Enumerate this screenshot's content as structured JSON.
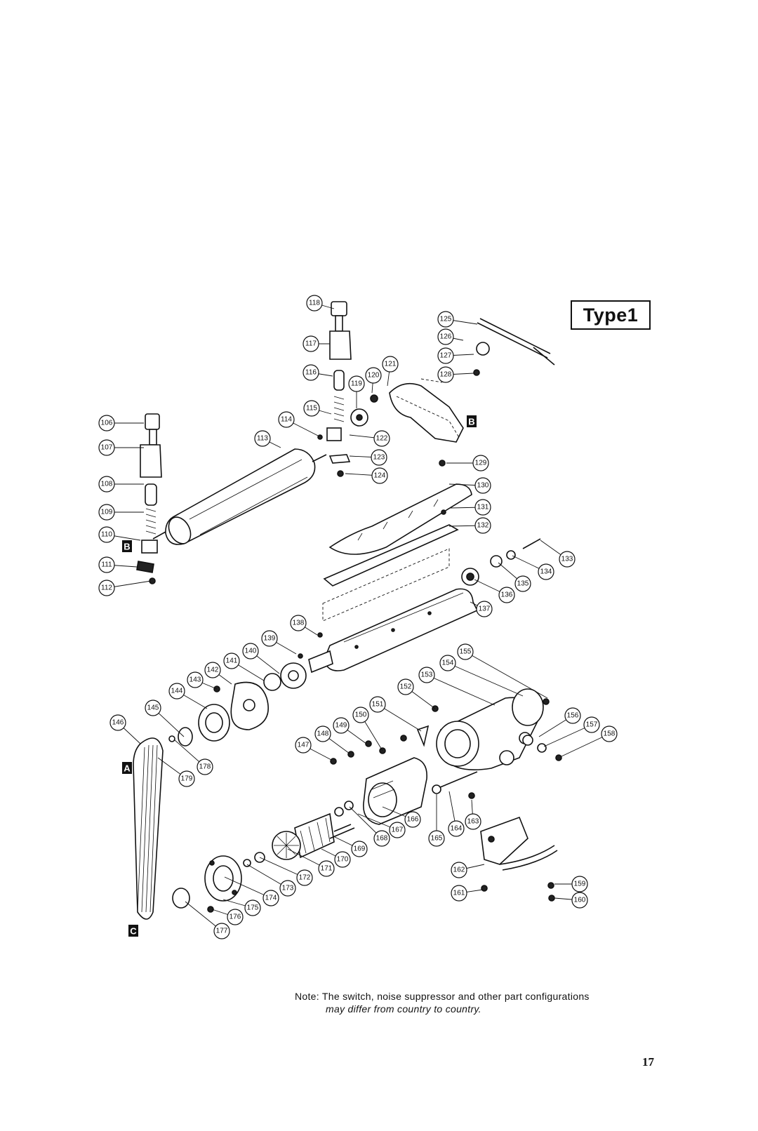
{
  "type_label": "Type1",
  "note": {
    "line1": "Note: The switch, noise suppressor and other part configurations",
    "line2": "may differ from country to country."
  },
  "page_number": "17",
  "section_markers": [
    "A",
    "B",
    "B",
    "C"
  ],
  "part_numbers": [
    "106",
    "107",
    "108",
    "109",
    "110",
    "111",
    "112",
    "113",
    "114",
    "115",
    "116",
    "117",
    "118",
    "119",
    "120",
    "121",
    "122",
    "123",
    "124",
    "125",
    "126",
    "127",
    "128",
    "129",
    "130",
    "131",
    "132",
    "133",
    "134",
    "135",
    "136",
    "137",
    "138",
    "139",
    "140",
    "141",
    "142",
    "143",
    "144",
    "145",
    "146",
    "147",
    "148",
    "149",
    "150",
    "151",
    "152",
    "153",
    "154",
    "155",
    "156",
    "157",
    "158",
    "159",
    "160",
    "161",
    "162",
    "163",
    "164",
    "165",
    "166",
    "167",
    "168",
    "169",
    "170",
    "171",
    "172",
    "173",
    "174",
    "175",
    "176",
    "177",
    "178",
    "179"
  ]
}
